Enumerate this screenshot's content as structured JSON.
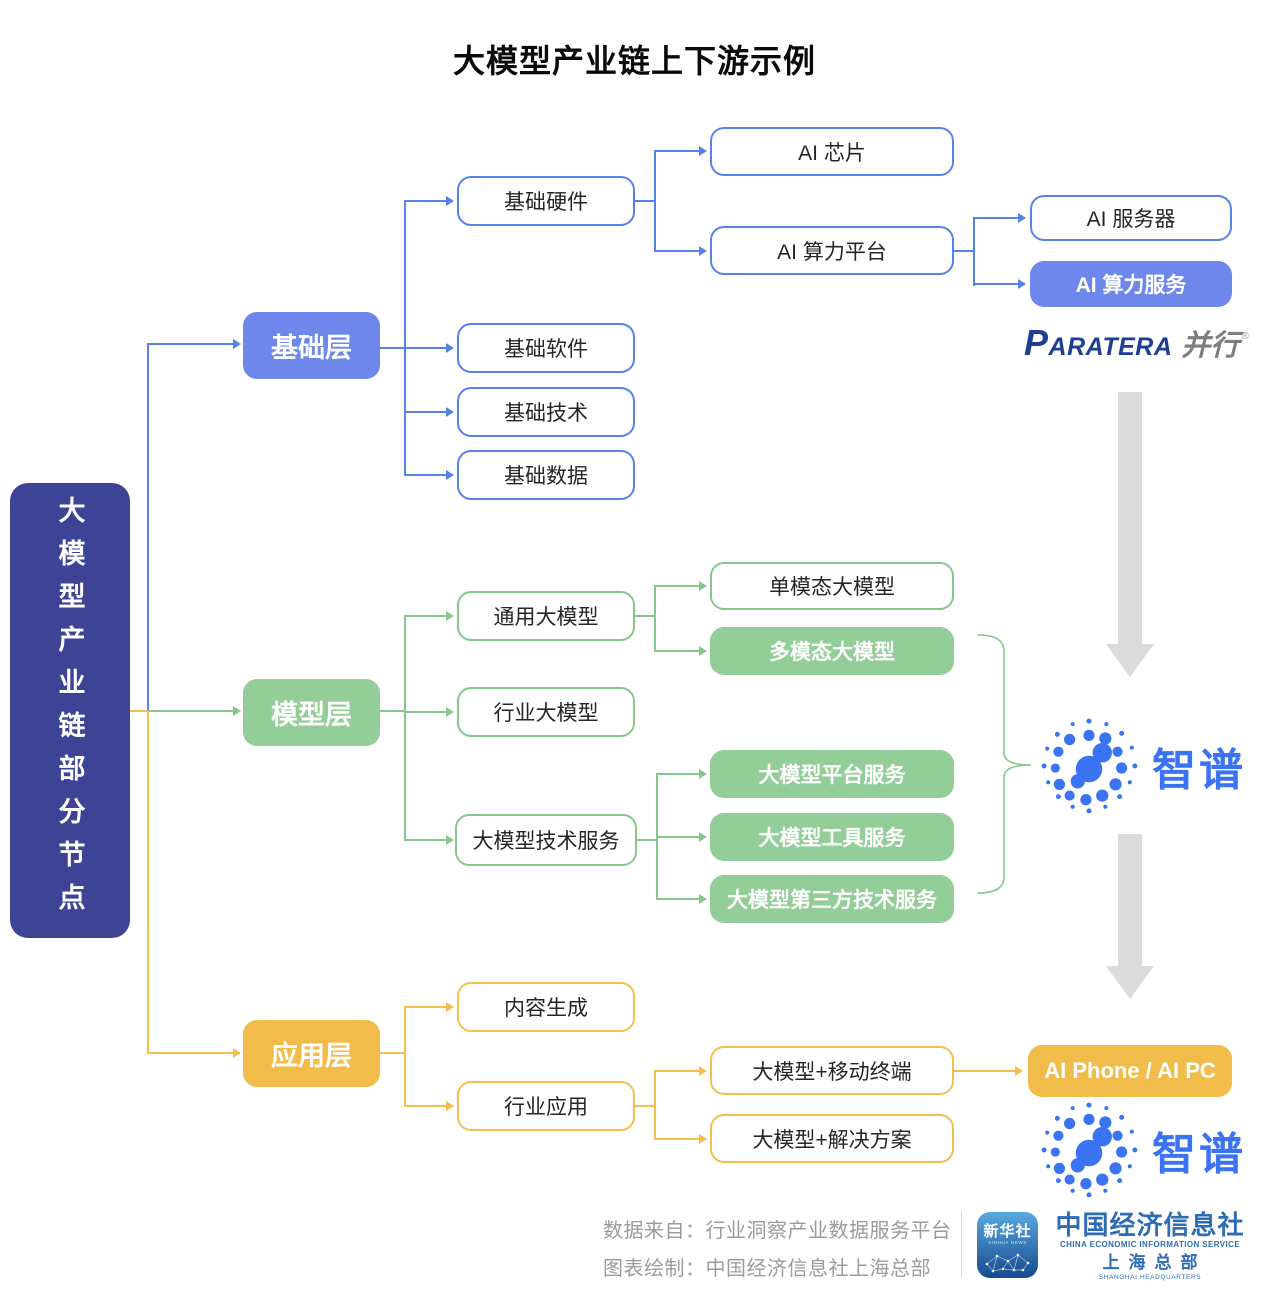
{
  "title": "大模型产业链上下游示例",
  "root_label": "大模型产业链部分节点",
  "layers": {
    "foundation": "基础层",
    "model": "模型层",
    "application": "应用层"
  },
  "foundation": {
    "hardware": "基础硬件",
    "software": "基础软件",
    "technology": "基础技术",
    "data": "基础数据",
    "ai_chip": "AI 芯片",
    "ai_computing_platform": "AI 算力平台",
    "ai_server": "AI 服务器",
    "ai_computing_service": "AI 算力服务",
    "vendor_paratera": {
      "en": "PARATERA",
      "cn": "并行",
      "reg": "®"
    }
  },
  "model": {
    "general_llm": "通用大模型",
    "industry_llm": "行业大模型",
    "tech_service": "大模型技术服务",
    "single_modal": "单模态大模型",
    "multi_modal": "多模态大模型",
    "platform_service": "大模型平台服务",
    "tool_service": "大模型工具服务",
    "third_party_service": "大模型第三方技术服务",
    "vendor_zhipu": "智谱"
  },
  "application": {
    "content_generation": "内容生成",
    "industry_application": "行业应用",
    "llm_mobile": "大模型+移动终端",
    "llm_solution": "大模型+解决方案",
    "ai_phone_pc": "AI Phone / AI PC",
    "vendor_zhipu": "智谱"
  },
  "footer": {
    "data_source": "数据来自：行业洞察产业数据服务平台",
    "chart_credit": "图表绘制：中国经济信息社上海总部",
    "xinhua": {
      "name": "新华社",
      "en": "XINHUA NEWS"
    },
    "ceis": {
      "name": "中国经济信息社",
      "en": "CHINA ECONOMIC INFORMATION SERVICE",
      "branch": "上海总部",
      "branch_en": "SHANGHAI HEADQUARTERS"
    }
  },
  "colors": {
    "foundation_accent": "#5583E8",
    "foundation_fill": "#6D87EA",
    "model_accent": "#85C88B",
    "model_fill": "#93CD98",
    "application_accent": "#F5BE4E",
    "application_fill": "#F2BC4A",
    "root_fill": "#3D4495",
    "zhipu_blue": "#3B74F2",
    "paratera_navy": "#1E3E93",
    "flow_arrow_gray": "#DBDBDB"
  }
}
